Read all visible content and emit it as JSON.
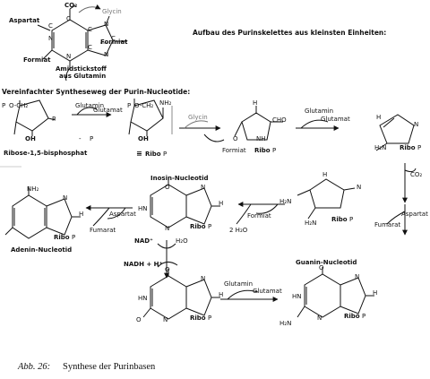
{
  "top": {
    "co2": "CO₂",
    "glycin": "Glycin",
    "aspartat": "Aspartat",
    "formiat_r": "Formiat",
    "formiat_l": "Formiat",
    "amid1": "Amidstickstoff",
    "amid2": "aus Glutamin",
    "n1": "N",
    "n3": "N",
    "n7": "N",
    "n9": "N",
    "c2": "C",
    "c4": "C",
    "c5": "C",
    "c6": "C",
    "c8": "C"
  },
  "heading": "Aufbau des Purinskelettes aus kleinsten Einheiten:",
  "path_title": "Vereinfachter Syntheseweg der Purin-Nucleotide:",
  "row1": {
    "glutamin": "Glutamin",
    "glutamat": "Glutamat",
    "ribose_label": "Ribose-1,5-bisphosphat",
    "ppp": "P",
    "p_circ": "P",
    "o_ch2": "O-CH₂",
    "oh": "OH",
    "minus": "-",
    "p_minus": "P",
    "ppo": "P",
    "oh2": "OH",
    "nh2": "NH₂",
    "ribo_label": "Ribo",
    "ribo_p": "P",
    "equals": "≡",
    "glycin": "Glycin",
    "formiat": "Formiat",
    "cho": "CHO",
    "nh": "NH",
    "h": "H",
    "o": "O",
    "ribo2": "Ribo",
    "p2": "P",
    "glutamin2": "Glutamin",
    "glutamat2": "Glutamat",
    "ribo3": "Ribo",
    "p3": "P",
    "h2n": "H₂N",
    "n": "N"
  },
  "row2": {
    "co2": "CO₂",
    "aspartat": "Aspartat",
    "fumarat": "Fumarat",
    "formiat": "Formiat",
    "h2o": "2 H₂O",
    "aspartat2": "Aspartat",
    "fumarat2": "Fumarat",
    "inosin": "Inosin-Nucleotid",
    "adenin": "Adenin-Nucleotid",
    "nh2": "NH₂",
    "h2n": "H₂N",
    "ribo": "Ribo",
    "p": "P",
    "h": "H",
    "hn": "HN",
    "n": "N",
    "o": "O"
  },
  "row3": {
    "nad": "NAD⁺",
    "h2o": "H₂O",
    "nadh": "NADH + H⁺",
    "glutamin": "Glutamin",
    "glutamat": "Glutamat",
    "guanin": "Guanin-Nucleotid",
    "ribo": "Ribo",
    "p": "P",
    "h": "H",
    "hn": "HN",
    "n": "N",
    "o": "O",
    "h2n": "H₂N"
  },
  "caption": {
    "label": "Abb. 26:",
    "text": "Synthese der Purinbasen"
  }
}
